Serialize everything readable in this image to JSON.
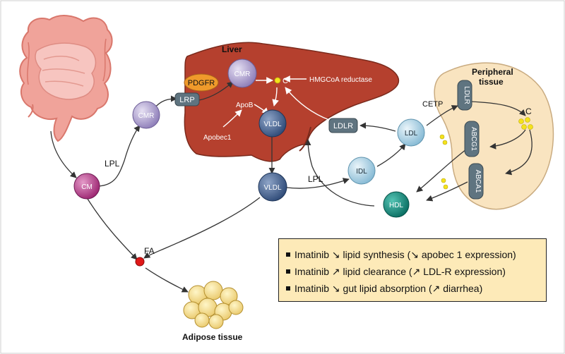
{
  "labels": {
    "liver": "Liver",
    "peripheral_tissue_line1": "Peripheral",
    "peripheral_tissue_line2": "tissue",
    "adipose_tissue": "Adipose tissue",
    "cm": "CM",
    "cmr_outer": "CMR",
    "cmr_liver": "CMR",
    "lrp": "LRP",
    "pdgfr": "PDGFR",
    "c_liver": "C",
    "hmgcoa": "HMGCoA reductase",
    "apob": "ApoB",
    "apobec1": "Apobec1",
    "vldl_liver": "VLDL",
    "vldl_outer": "VLDL",
    "ldlr_liver": "LDLR",
    "ldl": "LDL",
    "idl": "IDL",
    "hdl": "HDL",
    "cetp": "CETP",
    "ldlr_peripheral": "LDLR",
    "c_peripheral": "C",
    "abcg1": "ABCG1",
    "abca1": "ABCA1",
    "lpl_left": "LPL",
    "lpl_right": "LPL",
    "fa": "FA"
  },
  "legend": {
    "items": [
      "Imatinib ↘ lipid synthesis (↘ apobec 1 expression)",
      "Imatinib ↗ lipid clearance (↗ LDL-R expression)",
      "Imatinib ↘ gut lipid absorption (↗ diarrhea)"
    ]
  },
  "colors": {
    "liver": "#b5402e",
    "peripheral": "#f9e4c0",
    "cm": "#b8378a",
    "cmr": "#a89ac8",
    "vldl": "#3f5f8e",
    "ldl": "#a6d0e4",
    "hdl": "#0e8a7c",
    "receptor": "#5f7480",
    "pdgfr": "#ef9a2b",
    "cholesterol": "#f4e21c",
    "fa": "#e01818",
    "legend_bg": "#fdeab8"
  }
}
